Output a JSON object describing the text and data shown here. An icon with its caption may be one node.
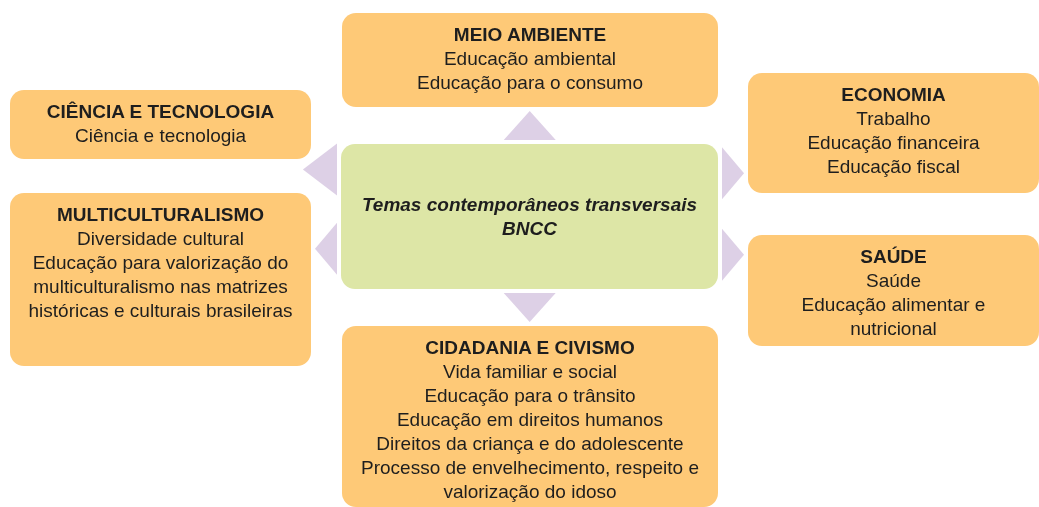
{
  "diagram": {
    "nodes": [
      {
        "text": [
          "Temas contemporâneos transversais",
          "BNCC"
        ]
      },
      {
        "text": [
          "MEIO AMBIENTE",
          "Educação ambiental",
          "Educação para o consumo"
        ]
      },
      {
        "text": [
          "CIÊNCIA E TECNOLOGIA",
          "Ciência e tecnologia"
        ]
      },
      {
        "text": [
          "ECONOMIA",
          "Trabalho",
          "Educação financeira",
          "Educação fiscal"
        ]
      },
      {
        "text": [
          "MULTICULTURALISMO",
          "Diversidade cultural",
          "Educação para valorização do multiculturalismo nas matrizes históricas e culturais brasileiras"
        ]
      },
      {
        "text": [
          "SAÚDE",
          "Saúde",
          "Educação alimentar e nutricional"
        ]
      },
      {
        "text": [
          "CIDADANIA E CIVISMO",
          "Vida familiar e social",
          "Educação para o trânsito",
          "Educação em direitos humanos",
          "Direitos da criança e do adolescente",
          "Processo de envelhecimento, respeito e valorização do idoso"
        ]
      }
    ],
    "edges": [
      {
        "from": 0,
        "to": 1,
        "arrow": "to"
      },
      {
        "from": 0,
        "to": 2,
        "arrow": "to"
      },
      {
        "from": 0,
        "to": 3,
        "arrow": "to"
      },
      {
        "from": 0,
        "to": 4,
        "arrow": "to"
      },
      {
        "from": 0,
        "to": 5,
        "arrow": "to"
      },
      {
        "from": 0,
        "to": 6,
        "arrow": "to"
      }
    ]
  }
}
